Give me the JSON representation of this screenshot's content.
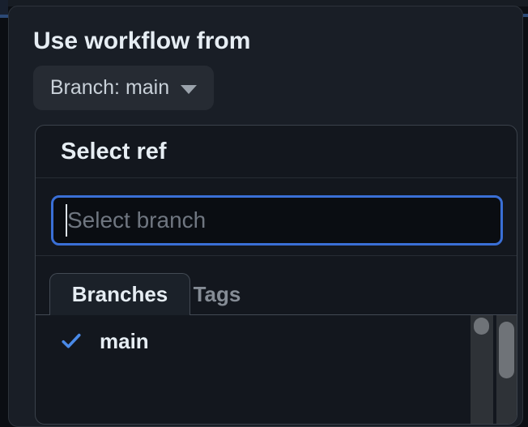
{
  "workflow_dropdown": {
    "heading": "Use workflow from",
    "branch_button": {
      "label": "Branch: main"
    },
    "ref_selector": {
      "title": "Select ref",
      "search_placeholder": "Select branch",
      "tabs": [
        {
          "label": "Branches",
          "selected": true
        },
        {
          "label": "Tags",
          "selected": false
        }
      ],
      "branches": [
        {
          "label": "main",
          "checked": true
        }
      ]
    }
  },
  "colors": {
    "page_bg": "#0b0e13",
    "top_strip": "#171c23",
    "navy_block": "#18202e",
    "blue_sliver": "#2c4a77",
    "panel_bg": "#191e26",
    "panel_border": "#2d333b",
    "button_bg": "#262b33",
    "popover_bg": "#13171e",
    "popover_border": "#3a414a",
    "divider": "#262c34",
    "input_bg": "#0a0d12",
    "focus_blue": "#3a6fd6",
    "placeholder": "#6f7680",
    "tab_border": "#434a54",
    "tab_bg": "#1b2129",
    "text_primary": "#e6edf3",
    "text_secondary": "#c9d1d9",
    "text_muted": "#858c95",
    "check_blue": "#4a8ae8",
    "track_bg": "#2e3237",
    "thumb": "#6f7378"
  }
}
